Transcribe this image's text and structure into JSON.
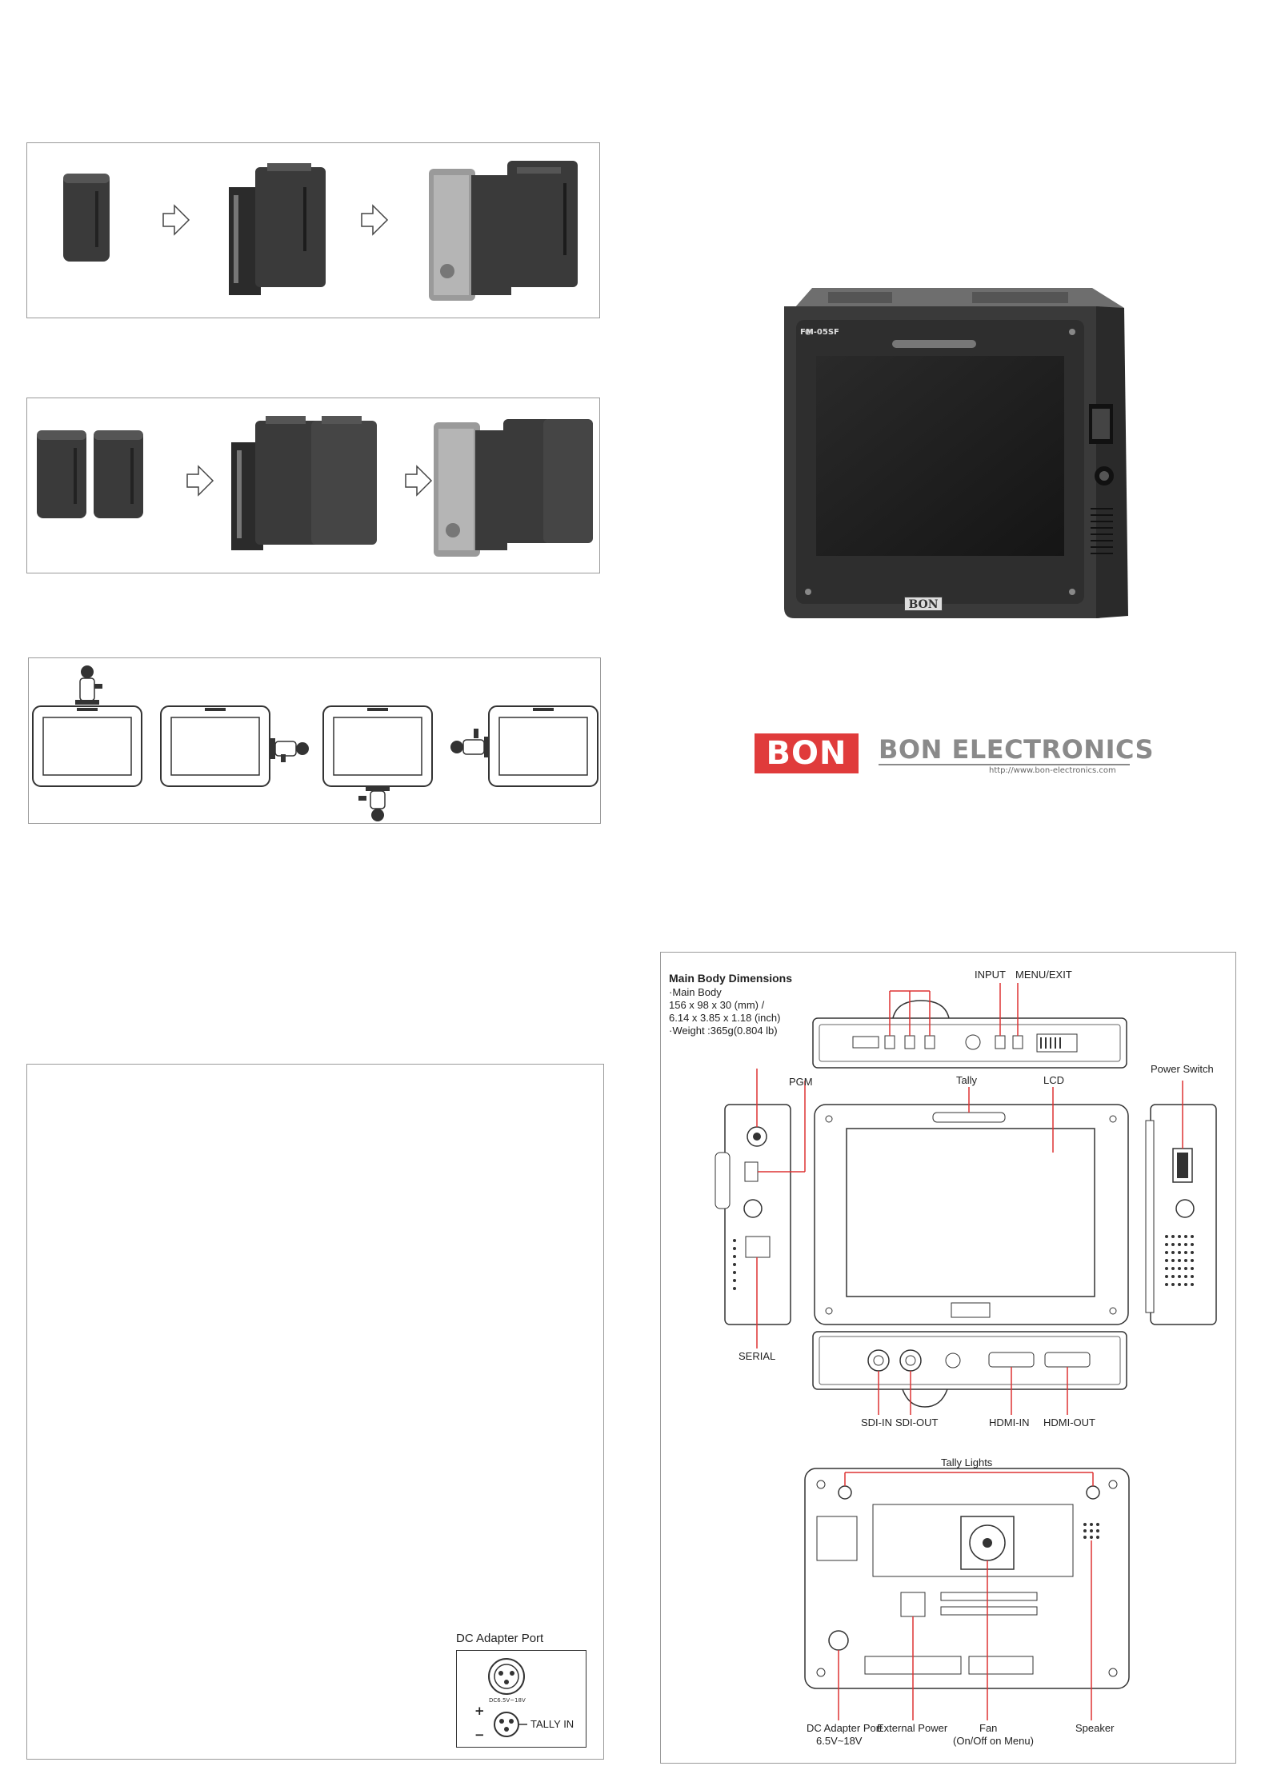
{
  "brand": {
    "logo_text": "BON",
    "name": "BON ELECTRONICS",
    "url": "http://www.bon-electronics.com",
    "accent_color": "#e03b3b"
  },
  "product": {
    "model_label": "FM-05SF",
    "bezel_logo": "BON"
  },
  "battery_panels": [
    {
      "arrow_icon": "arrow-right-icon",
      "battery_count": 1
    },
    {
      "arrow_icon": "arrow-right-icon",
      "battery_count": 2
    }
  ],
  "dimensions": {
    "title": "Main Body Dimensions",
    "lines": [
      "·Main Body",
      " 156 x 98 x 30 (mm) /",
      "  6.14 x 3.85 x 1.18 (inch)",
      "·Weight :365g(0.804 lb)"
    ],
    "labels": {
      "input": "INPUT",
      "menu_exit": "MENU/EXIT",
      "power_switch": "Power Switch",
      "pgm": "PGM",
      "tally": "Tally",
      "lcd": "LCD",
      "serial": "SERIAL",
      "sdi_in": "SDI-IN",
      "sdi_out": "SDI-OUT",
      "hdmi_in": "HDMI-IN",
      "hdmi_out": "HDMI-OUT",
      "tally_lights": "Tally Lights",
      "dc_adapter_port": "DC Adapter Port",
      "dc_range": "6.5V~18V",
      "external_power": "External Power",
      "fan": "Fan",
      "fan_note": "(On/Off on Menu)",
      "speaker": "Speaker"
    }
  },
  "dc_inset": {
    "title": "DC Adapter Port",
    "rating": "DC6.5V~18V",
    "tally_in": "TALLY IN",
    "plus": "+",
    "minus": "−"
  }
}
